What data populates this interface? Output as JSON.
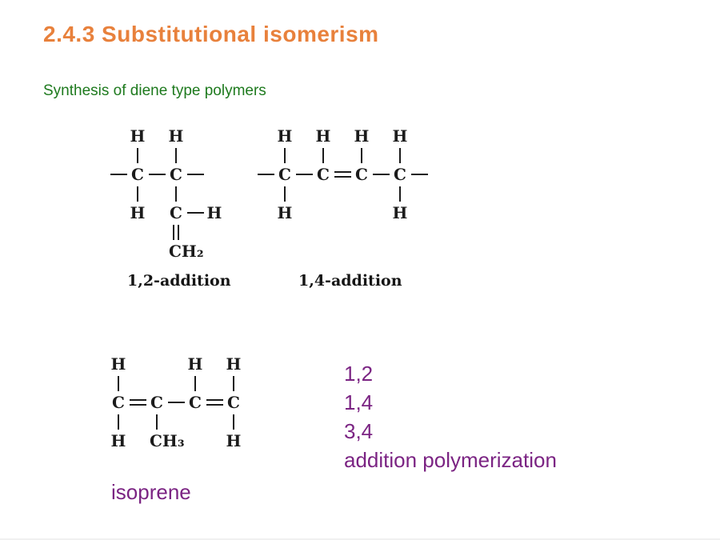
{
  "slide": {
    "title": "2.4.3 Substitutional isomerism",
    "subtitle": "Synthesis of diene type polymers",
    "colors": {
      "title": "#E8813C",
      "subtitle": "#1E7A1E",
      "accent": "#7B2483",
      "ink": "#1B1B1B"
    }
  },
  "structures": {
    "addition12": {
      "label": "1,2-addition",
      "grid": [
        [
          "",
          "H",
          "",
          "H",
          "",
          ""
        ],
        [
          "",
          "bond:v",
          "",
          "bond:v",
          "",
          ""
        ],
        [
          "bond:h",
          "C",
          "bond:h",
          "C",
          "bond:h",
          ""
        ],
        [
          "",
          "bond:v",
          "",
          "bond:v",
          "",
          ""
        ],
        [
          "",
          "H",
          "",
          "C",
          "bond:h",
          "H"
        ],
        [
          "",
          "",
          "",
          "bond:dv",
          "",
          ""
        ],
        [
          "",
          "",
          "",
          "CH₂",
          "",
          ""
        ]
      ]
    },
    "addition14": {
      "label": "1,4-addition",
      "grid": [
        [
          "",
          "H",
          "",
          "H",
          "",
          "H",
          "",
          "H",
          ""
        ],
        [
          "",
          "bond:v",
          "",
          "bond:v",
          "",
          "bond:v",
          "",
          "bond:v",
          ""
        ],
        [
          "bond:h",
          "C",
          "bond:h",
          "C",
          "bond:dh",
          "C",
          "bond:h",
          "C",
          "bond:h"
        ],
        [
          "",
          "bond:v",
          "",
          "",
          "",
          "",
          "",
          "bond:v",
          ""
        ],
        [
          "",
          "H",
          "",
          "",
          "",
          "",
          "",
          "H",
          ""
        ]
      ]
    },
    "isoprene": {
      "label": "isoprene",
      "grid": [
        [
          "H",
          "",
          "",
          "",
          "H",
          "",
          "H"
        ],
        [
          "bond:v",
          "",
          "",
          "",
          "bond:v",
          "",
          "bond:v"
        ],
        [
          "C",
          "bond:dh",
          "C",
          "bond:h",
          "C",
          "bond:dh",
          "C"
        ],
        [
          "bond:v",
          "",
          "bond:v",
          "",
          "",
          "",
          "bond:v"
        ],
        [
          "H",
          "",
          "CH₃",
          "",
          "",
          "",
          "H"
        ]
      ]
    }
  },
  "notes": {
    "lines": [
      "1,2",
      "1,4",
      "3,4",
      "addition polymerization"
    ]
  }
}
